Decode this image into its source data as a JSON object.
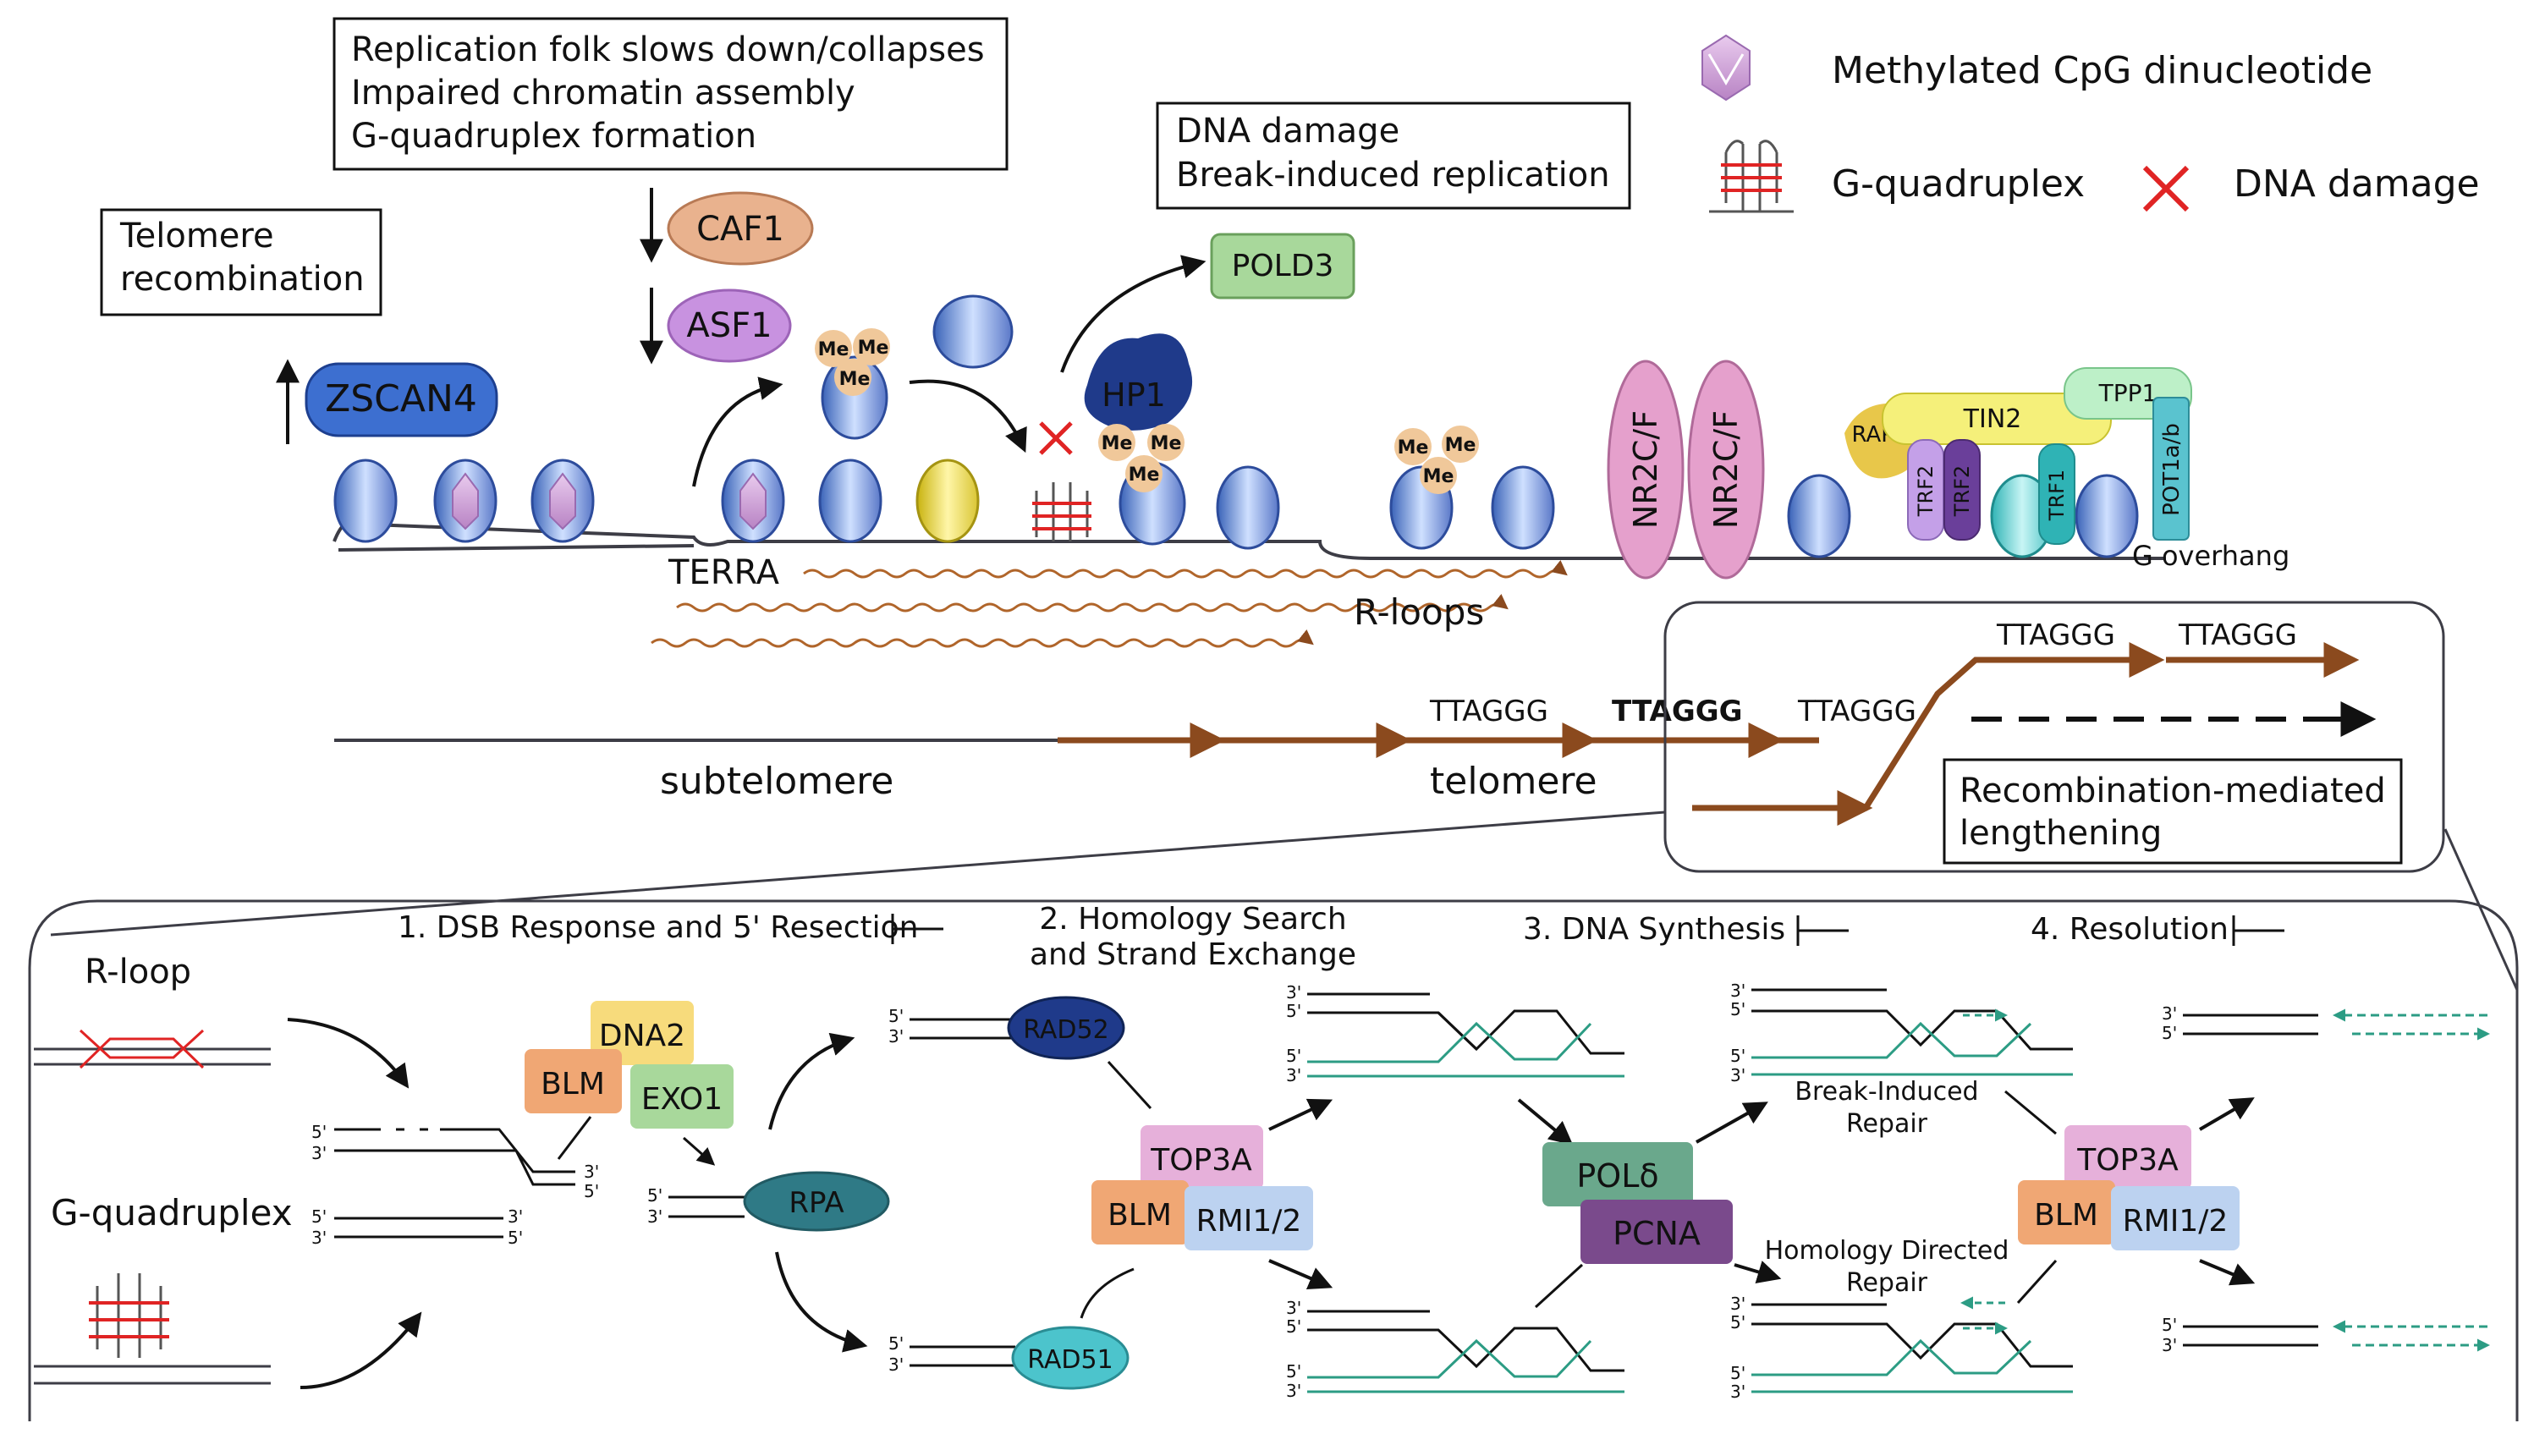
{
  "boxes": {
    "replication_stress": [
      "Replication folk slows down/collapses",
      "Impaired chromatin assembly",
      "G-quadruplex formation"
    ],
    "telomere_recombination": [
      "Telomere",
      "recombination"
    ],
    "dna_damage": [
      "DNA damage",
      "Break-induced replication"
    ],
    "recombination_lengthening": [
      "Recombination-mediated",
      "lengthening"
    ]
  },
  "legend": {
    "methylated_cpg": "Methylated CpG dinucleotide",
    "g_quadruplex": "G-quadruplex",
    "dna_damage": "DNA damage"
  },
  "proteins": {
    "zscan4": "ZSCAN4",
    "caf1": "CAF1",
    "asf1": "ASF1",
    "pold3": "POLD3",
    "hp1": "HP1",
    "nr2cf_a": "NR2C/F",
    "nr2cf_b": "NR2C/F",
    "rap1": "RAP1",
    "tin2": "TIN2",
    "tpp1": "TPP1",
    "trf2_a": "TRF2",
    "trf2_b": "TRF2",
    "trf1": "TRF1",
    "pot1": "POT1a/b"
  },
  "marks": {
    "me": "Me"
  },
  "labels": {
    "terra": "TERRA",
    "r_loops": "R-loops",
    "g_overhang": "G overhang",
    "subtelomere": "subtelomere",
    "telomere": "telomere",
    "repeat": "TTAGGG"
  },
  "colors": {
    "dna": "#3d3d46",
    "terra": "#b0652a",
    "telomere_arrow": "#8b4a1e",
    "damage": "#e02424",
    "nucleosome": "#5a78c8",
    "methyl": "#b58ad8",
    "strand_green": "#2c9c84"
  },
  "pathway": {
    "steps": [
      "1. DSB Response and 5' Resection",
      "2. Homology Search",
      "and Strand Exchange",
      "3. DNA Synthesis",
      "4. Resolution"
    ],
    "r_loop": "R-loop",
    "g_quadruplex": "G-quadruplex",
    "proteins": {
      "dna2": "DNA2",
      "blm": "BLM",
      "exo1": "EXO1",
      "rpa": "RPA",
      "rad52": "RAD52",
      "rad51": "RAD51",
      "top3a": "TOP3A",
      "rmi": "RMI1/2",
      "pold": "POLδ",
      "pcna": "PCNA"
    },
    "repair": {
      "bir_1": "Break-Induced",
      "bir_2": "Repair",
      "hdr_1": "Homology Directed",
      "hdr_2": "Repair"
    },
    "five": "5'",
    "three": "3'"
  }
}
